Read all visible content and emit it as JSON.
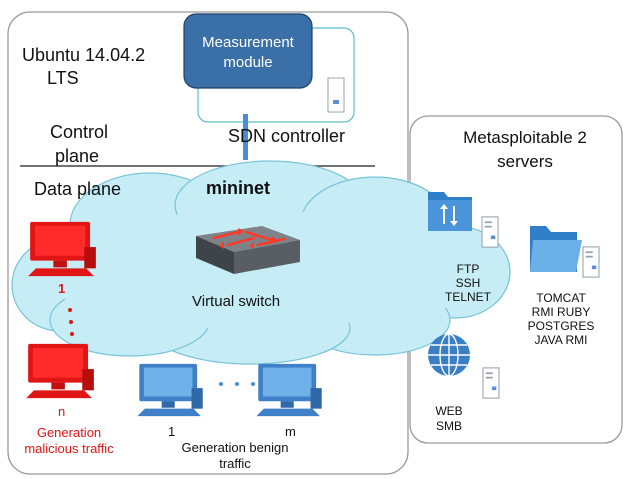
{
  "host": {
    "os_line1": "Ubuntu 14.04.2",
    "os_line2": "LTS",
    "measurement_line1": "Measurement",
    "measurement_line2": "module",
    "controller": "SDN controller",
    "control_plane_line1": "Control",
    "control_plane_line2": "plane",
    "data_plane": "Data plane",
    "cloud_label": "mininet",
    "switch_label": "Virtual switch"
  },
  "malicious": {
    "first_index": "1",
    "last_index": "n",
    "caption_line1": "Generation",
    "caption_line2": "malicious traffic",
    "color": "#e01515"
  },
  "benign": {
    "first_index": "1",
    "last_index": "m",
    "caption_line1": "Generation benign",
    "caption_line2": "traffic",
    "color": "#4a90d9"
  },
  "servers": {
    "title_line1": "Metasploitable 2",
    "title_line2": "servers",
    "group1": [
      "FTP",
      "SSH",
      "TELNET"
    ],
    "group2": [
      "TOMCAT",
      "RMI RUBY",
      "POSTGRES",
      "JAVA RMI"
    ],
    "group3": [
      "WEB",
      "SMB"
    ]
  },
  "colors": {
    "cloud_fill": "#c6ecf6",
    "module_fill": "#3a6fa8",
    "panel_border": "#9a9a9a"
  },
  "icons": [
    "red-computer-icon",
    "blue-computer-icon",
    "virtual-switch-icon",
    "file-transfer-folder-icon",
    "folder-icon",
    "globe-icon",
    "server-icon"
  ]
}
